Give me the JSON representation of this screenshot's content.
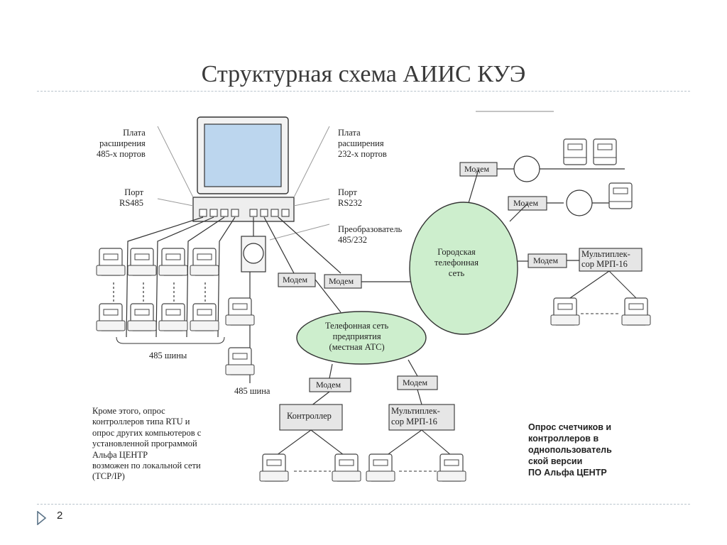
{
  "slide": {
    "title": "Структурная схема АИИС КУЭ",
    "page_number": "2"
  },
  "labels": {
    "board485": "Плата\nрасширения\n485-х портов",
    "port485": "Порт\nRS485",
    "board232": "Плата\nрасширения\n232-х портов",
    "port232": "Порт\nRS232",
    "converter": "Преобразователь\n485/232",
    "bus485_left": "485 шины",
    "bus485_mid": "485 шина",
    "city_network": "Городская\nтелефонная\nсеть",
    "enterprise_network": "Телефонная сеть\nпредприятия\n(местная АТС)",
    "modem": "Модем",
    "controller": "Контроллер",
    "multiplexer": "Мультиплек-\nсор МРП-16",
    "note_left": "Кроме этого, опрос\nконтроллеров типа RTU и\nопрос других компьютеров с\nустановленной программой\nАльфа ЦЕНТР\nвозможен по локальной сети\n(TCP/IP)",
    "note_right": "Опрос счетчиков и\nконтроллеров в\nоднопользователь\nской версии\nПО Альфа ЦЕНТР"
  },
  "colors": {
    "screen": "#bcd6ee",
    "network_fill": "#cdeecd",
    "box_fill": "#e6e6e6",
    "line": "#333333",
    "rule": "#b9c4cc",
    "bullet": "#5c7488"
  }
}
